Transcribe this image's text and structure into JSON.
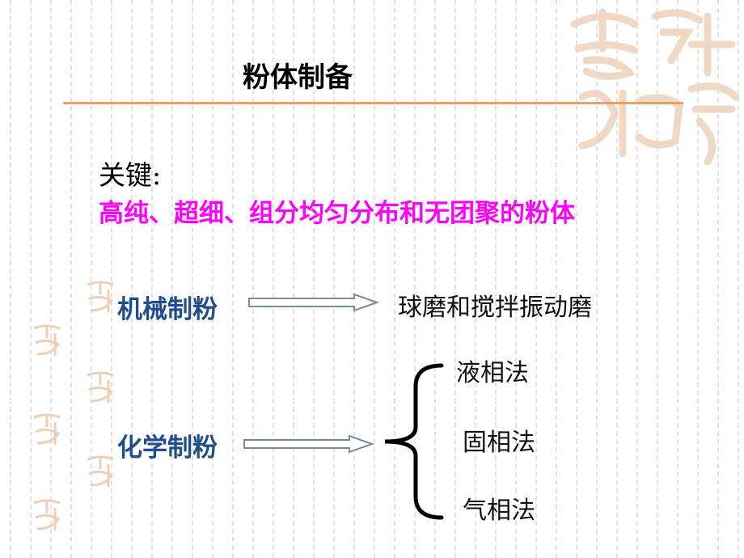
{
  "slide": {
    "title": "粉体制备",
    "key_label": "关键:",
    "key_text": "高纯、超细、组分均匀分布和无团聚的粉体"
  },
  "methods": {
    "mechanical": {
      "label": "机械制粉",
      "result": "球磨和搅拌振动磨"
    },
    "chemical": {
      "label": "化学制粉",
      "results": [
        "液相法",
        "固相法",
        "气相法"
      ]
    }
  },
  "decoration": {
    "seal_lettering": "吉祥如意",
    "accent_color": "#e8a165",
    "highlight_color": "#ff00ff",
    "method_color": "#1f4e8c",
    "arrow_icon": "block-arrow-right-icon",
    "brace_icon": "left-curly-brace-icon"
  }
}
